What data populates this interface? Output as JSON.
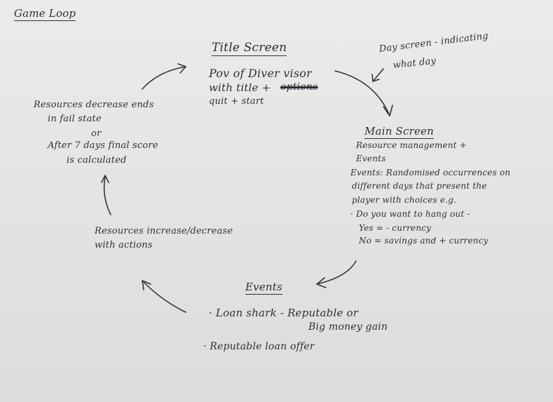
{
  "page_title": "Game Loop",
  "title_screen": {
    "heading": "Title Screen",
    "lines": [
      "Pov of Diver visor",
      "with title +",
      "quit + start"
    ],
    "crossed_out": "options"
  },
  "day_screen_note": [
    "Day screen - indicating",
    "what day"
  ],
  "main_screen": {
    "heading": "Main Screen",
    "lines": [
      "Resource management +",
      "Events",
      "Events: Randomised occurrences on",
      "different days that present the",
      "player with choices e.g.",
      "· Do you want to hang out -",
      "Yes = - currency",
      "No = savings and + currency"
    ]
  },
  "events": {
    "heading": "Events",
    "lines": [
      "· Loan shark - Reputable or",
      "Big money gain",
      "· Reputable loan offer"
    ]
  },
  "resources_change": [
    "Resources increase/decrease",
    "with actions"
  ],
  "end_state": [
    "Resources decrease ends",
    "in fail state",
    "or",
    "After 7 days final score",
    "is calculated"
  ]
}
